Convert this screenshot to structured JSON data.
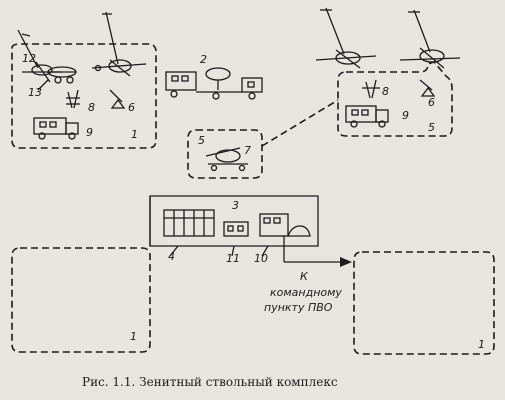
{
  "labels": {
    "l12": "12",
    "l13": "13",
    "l8a": "8",
    "l6a": "6",
    "l9a": "9",
    "l1a": "1",
    "l2": "2",
    "l5a": "5",
    "l7": "7",
    "l6b": "6",
    "l8b": "8",
    "l9b": "9",
    "l5b": "5",
    "l3": "3",
    "l4": "4",
    "l11": "11",
    "l10": "10",
    "l1b": "1",
    "l1c": "1"
  },
  "arrow_text": [
    "К",
    "командному",
    "пункту ПВО"
  ],
  "caption": "Рис. 1.1. Зенитный ствольный комплекс"
}
